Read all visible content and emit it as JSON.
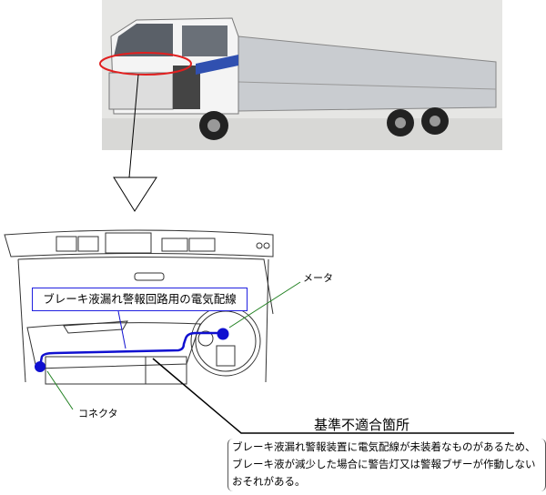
{
  "callouts": {
    "wire": "ブレーキ液漏れ警報回路用の電気配線",
    "meter": "メータ",
    "connector": "コネクタ"
  },
  "nonconformity": {
    "title": "基準不適合箇所",
    "description": "ブレーキ液漏れ警報装置に電気配線が未装着なものがあるため、ブレーキ液が減少した場合に警告灯又は警報ブザーが作動しないおそれがある。"
  },
  "colors": {
    "wire": "#1010d0",
    "leader": "#208020",
    "highlight": "#e02020"
  }
}
